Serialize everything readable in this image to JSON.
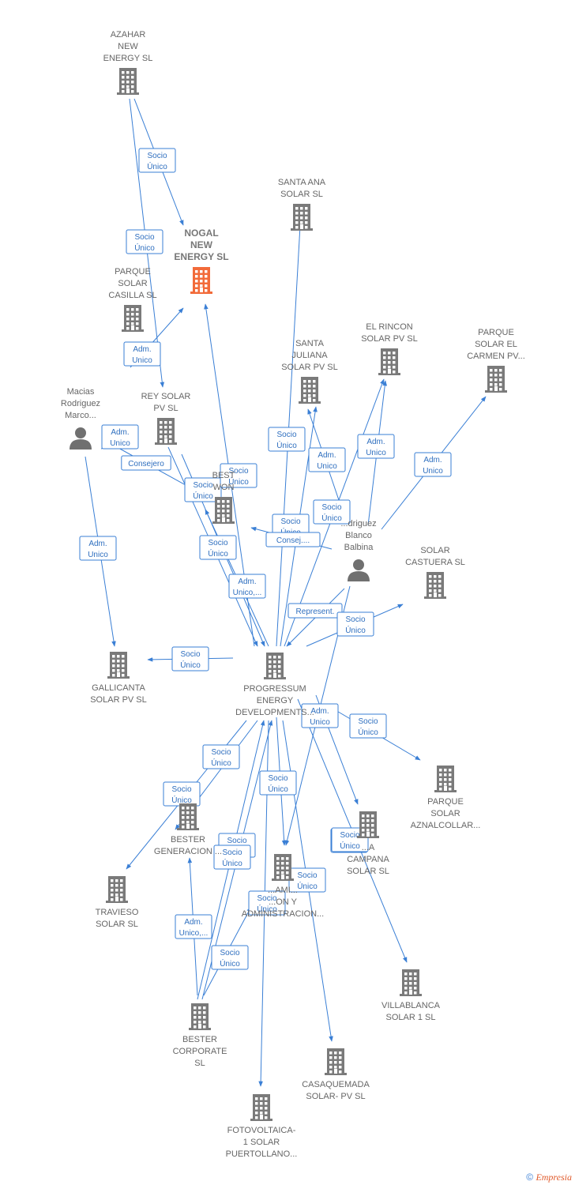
{
  "colors": {
    "edge": "#3a7fd5",
    "company": "#7a7a7a",
    "highlight": "#f26b3a",
    "person": "#707070"
  },
  "nodes": [
    {
      "id": "azahar",
      "type": "company",
      "label": [
        "AZAHAR",
        "NEW",
        "ENERGY  SL"
      ]
    },
    {
      "id": "nogal",
      "type": "company",
      "highlight": true,
      "label": [
        "NOGAL",
        "NEW",
        "ENERGY  SL"
      ]
    },
    {
      "id": "santa_ana",
      "type": "company",
      "label": [
        "SANTA ANA",
        "SOLAR  SL"
      ]
    },
    {
      "id": "casilla",
      "type": "company",
      "label": [
        "PARQUE",
        "SOLAR",
        "CASILLA  SL"
      ]
    },
    {
      "id": "el_rincon",
      "type": "company",
      "label": [
        "EL RINCON",
        "SOLAR PV  SL"
      ]
    },
    {
      "id": "carmen",
      "type": "company",
      "label": [
        "PARQUE",
        "SOLAR EL",
        "CARMEN PV..."
      ]
    },
    {
      "id": "santa_juliana",
      "type": "company",
      "label": [
        "SANTA",
        "JULIANA",
        "SOLAR PV  SL"
      ]
    },
    {
      "id": "macias",
      "type": "person",
      "label": [
        "Macias",
        "Rodriguez",
        "Marco..."
      ]
    },
    {
      "id": "rey_solar",
      "type": "company",
      "label": [
        "REY SOLAR",
        "PV  SL"
      ]
    },
    {
      "id": "best_won",
      "type": "company",
      "label": [
        "BEST",
        "WON"
      ]
    },
    {
      "id": "balbina",
      "type": "person",
      "label": [
        "...driguez",
        "Blanco",
        "Balbina"
      ]
    },
    {
      "id": "castuera",
      "type": "company",
      "label": [
        "SOLAR",
        "CASTUERA  SL"
      ]
    },
    {
      "id": "gallicanta",
      "type": "company",
      "label": [
        "GALLICANTA",
        "SOLAR PV  SL"
      ]
    },
    {
      "id": "progressum",
      "type": "company",
      "label": [
        "PROGRESSUM",
        "ENERGY",
        "DEVELOPMENTS..."
      ]
    },
    {
      "id": "aznalcollar",
      "type": "company",
      "label": [
        "PARQUE",
        "SOLAR",
        "AZNALCOLLAR..."
      ]
    },
    {
      "id": "bester_gen",
      "type": "company",
      "label": [
        "BESTER",
        "GENERACION ..."
      ]
    },
    {
      "id": "campana",
      "type": "company",
      "label": [
        "...A",
        "CAMPANA",
        "SOLAR  SL"
      ]
    },
    {
      "id": "gestion",
      "type": "company",
      "label": [
        "...AMI...",
        "...ON Y",
        "ADMINISTRACION..."
      ]
    },
    {
      "id": "travieso",
      "type": "company",
      "label": [
        "TRAVIESO",
        "SOLAR  SL"
      ]
    },
    {
      "id": "villablanca",
      "type": "company",
      "label": [
        "VILLABLANCA",
        "SOLAR 1  SL"
      ]
    },
    {
      "id": "bester_corp",
      "type": "company",
      "label": [
        "BESTER",
        "CORPORATE",
        "SL"
      ]
    },
    {
      "id": "casaquemada",
      "type": "company",
      "label": [
        "CASAQUEMADA",
        "SOLAR- PV  SL"
      ]
    },
    {
      "id": "fotovoltaica",
      "type": "company",
      "label": [
        "FOTOVOLTAICA-",
        "1 SOLAR",
        "PUERTOLLANO..."
      ]
    }
  ],
  "edge_labels": [
    [
      "Socio",
      "Único"
    ],
    [
      "Socio",
      "Único"
    ],
    [
      "Adm.",
      "Unico"
    ],
    [
      "Adm.",
      "Unico"
    ],
    [
      "Consejero"
    ],
    [
      "Adm.",
      "Unico"
    ],
    [
      "Socio",
      "Único"
    ],
    [
      "Socio",
      "Único"
    ],
    [
      "Socio",
      "Único"
    ],
    [
      "Socio",
      "Único"
    ],
    [
      "Adm.",
      "Unico,..."
    ],
    [
      "Socio",
      "Único"
    ],
    [
      "Adm.",
      "Unico"
    ],
    [
      "Adm.",
      "Unico"
    ],
    [
      "Socio",
      "Único"
    ],
    [
      "Socio",
      "Único"
    ],
    [
      "Consej...."
    ],
    [
      "Adm.",
      "Unico"
    ],
    [
      "Represent."
    ],
    [
      "Socio",
      "Único"
    ],
    [
      "Socio",
      "Único"
    ],
    [
      "Adm.",
      "Unico"
    ],
    [
      "Socio",
      "Único"
    ],
    [
      "Socio",
      "Único"
    ],
    [
      "Socio",
      "Único"
    ],
    [
      "Socio",
      "Único"
    ],
    [
      "Socio",
      "Único"
    ],
    [
      "Socio",
      "Único"
    ],
    [
      "Socio",
      "Único"
    ],
    [
      "Socio",
      "Único"
    ],
    [
      "Socio",
      "Único"
    ],
    [
      "Adm.",
      "Unico,..."
    ],
    [
      "Socio",
      "Único"
    ],
    [
      "Socio",
      "Único"
    ]
  ],
  "footer": {
    "copyright": "©",
    "brand": "Empresia"
  }
}
